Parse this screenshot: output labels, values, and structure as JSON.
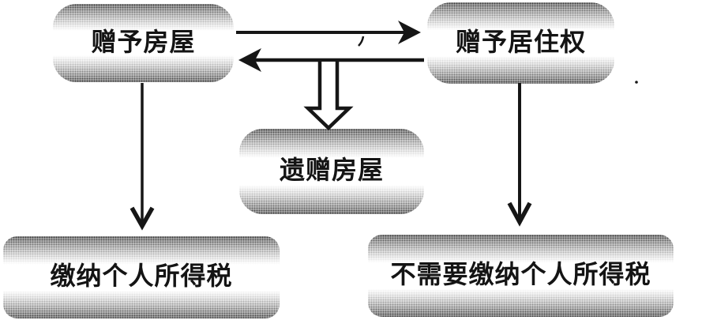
{
  "diagram": {
    "nodes": {
      "gift_house": "赠予房屋",
      "gift_residence_right": "赠予居住权",
      "bequeath_house": "遗赠房屋",
      "pay_income_tax": "缴纳个人所得税",
      "no_income_tax": "不需要缴纳个人所得税"
    },
    "edges": [
      {
        "from": "gift_house",
        "to": "gift_residence_right",
        "style": "solid-arrow-right"
      },
      {
        "from": "gift_residence_right",
        "to": "gift_house",
        "style": "solid-arrow-left"
      },
      {
        "from": "gift_house__gift_residence_right",
        "to": "bequeath_house",
        "style": "hollow-double-line-arrow-down"
      },
      {
        "from": "gift_house",
        "to": "pay_income_tax",
        "style": "solid-arrow-down"
      },
      {
        "from": "gift_residence_right",
        "to": "no_income_tax",
        "style": "solid-arrow-down"
      }
    ],
    "colors": {
      "stroke": "#161616",
      "node_halftone_dark": "#9f9f9f",
      "node_center": "#ffffff",
      "background": "#ffffff"
    }
  }
}
